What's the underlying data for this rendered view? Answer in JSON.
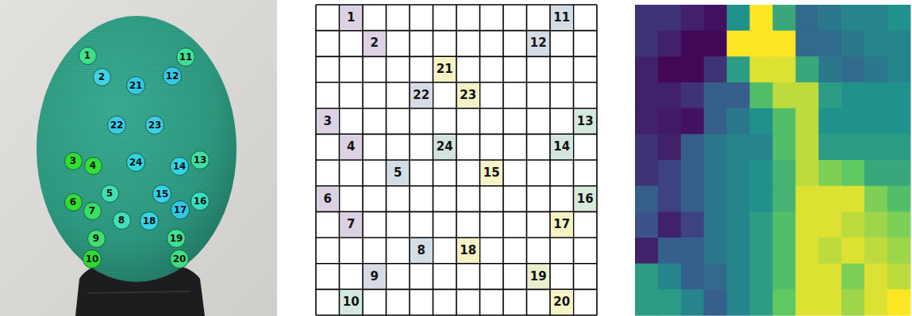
{
  "diagram": {
    "nodes": [
      {
        "text": [
          "1"
        ]
      },
      {
        "text": [
          "11"
        ]
      },
      {
        "text": [
          "2"
        ]
      },
      {
        "text": [
          "12"
        ]
      },
      {
        "text": [
          "21"
        ]
      },
      {
        "text": [
          "22"
        ]
      },
      {
        "text": [
          "23"
        ]
      },
      {
        "text": [
          "3"
        ]
      },
      {
        "text": [
          "4"
        ]
      },
      {
        "text": [
          "24"
        ]
      },
      {
        "text": [
          "14"
        ]
      },
      {
        "text": [
          "13"
        ]
      },
      {
        "text": [
          "6"
        ]
      },
      {
        "text": [
          "5"
        ]
      },
      {
        "text": [
          "15"
        ]
      },
      {
        "text": [
          "16"
        ]
      },
      {
        "text": [
          "7"
        ]
      },
      {
        "text": [
          "17"
        ]
      },
      {
        "text": [
          "8"
        ]
      },
      {
        "text": [
          "18"
        ]
      },
      {
        "text": [
          "9"
        ]
      },
      {
        "text": [
          "19"
        ]
      },
      {
        "text": [
          "10"
        ]
      },
      {
        "text": [
          "20"
        ]
      },
      {
        "text": [
          "1"
        ]
      },
      {
        "text": [
          "11"
        ]
      },
      {
        "text": [
          "2"
        ]
      },
      {
        "text": [
          "12"
        ]
      },
      {
        "text": [
          "21"
        ]
      },
      {
        "text": [
          "22"
        ]
      },
      {
        "text": [
          "23"
        ]
      },
      {
        "text": [
          "3"
        ]
      },
      {
        "text": [
          "13"
        ]
      },
      {
        "text": [
          "4"
        ]
      },
      {
        "text": [
          "24"
        ]
      },
      {
        "text": [
          "14"
        ]
      },
      {
        "text": [
          "5"
        ]
      },
      {
        "text": [
          "15"
        ]
      },
      {
        "text": [
          "6"
        ]
      },
      {
        "text": [
          "16"
        ]
      },
      {
        "text": [
          "7"
        ]
      },
      {
        "text": [
          "17"
        ]
      },
      {
        "text": [
          "8"
        ]
      },
      {
        "text": [
          "18"
        ]
      },
      {
        "text": [
          "9"
        ]
      },
      {
        "text": [
          "19"
        ]
      },
      {
        "text": [
          "10"
        ]
      },
      {
        "text": [
          "20"
        ]
      }
    ]
  }
}
